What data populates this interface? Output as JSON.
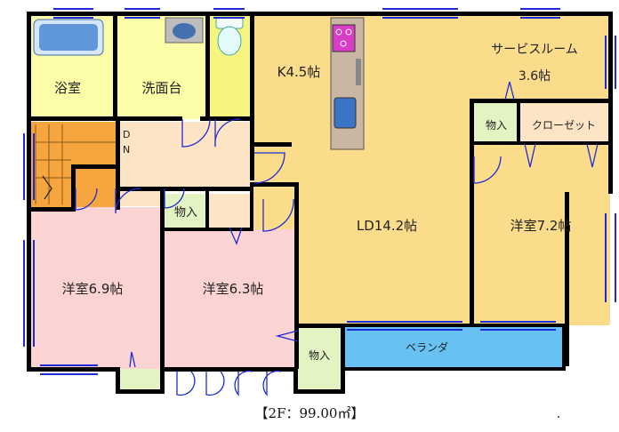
{
  "rooms": {
    "bath": "浴室",
    "washroom": "洗面台",
    "kitchen": "K4.5帖",
    "service_room_name": "サービスルーム",
    "service_room_size": "3.6帖",
    "closet_storage_right": "物入",
    "closet": "クローゼット",
    "western_room_right": "洋室7.2帖",
    "living_dining": "LD14.2帖",
    "storage_hall": "物入",
    "western_room_left": "洋室6.9帖",
    "western_room_center": "洋室6.3帖",
    "storage_bottom": "物入",
    "balcony": "ベランダ",
    "stairs_mark_d": "D",
    "stairs_mark_n": "N"
  },
  "caption": "【2F：99.00㎡】",
  "colors": {
    "wet_area": "#fdfda8",
    "toilet": "#f6f580",
    "main_floor": "#fbdc8b",
    "hallway": "#fde4c4",
    "western_room": "#fcd3d3",
    "storage": "#e4f3c2",
    "bathtub": "#5f97d8",
    "balcony": "#67c1f3",
    "stairs": "#f7a53e",
    "walls": "#000000",
    "windows": "#1e2bd6",
    "counter": "#c9b7a3"
  }
}
